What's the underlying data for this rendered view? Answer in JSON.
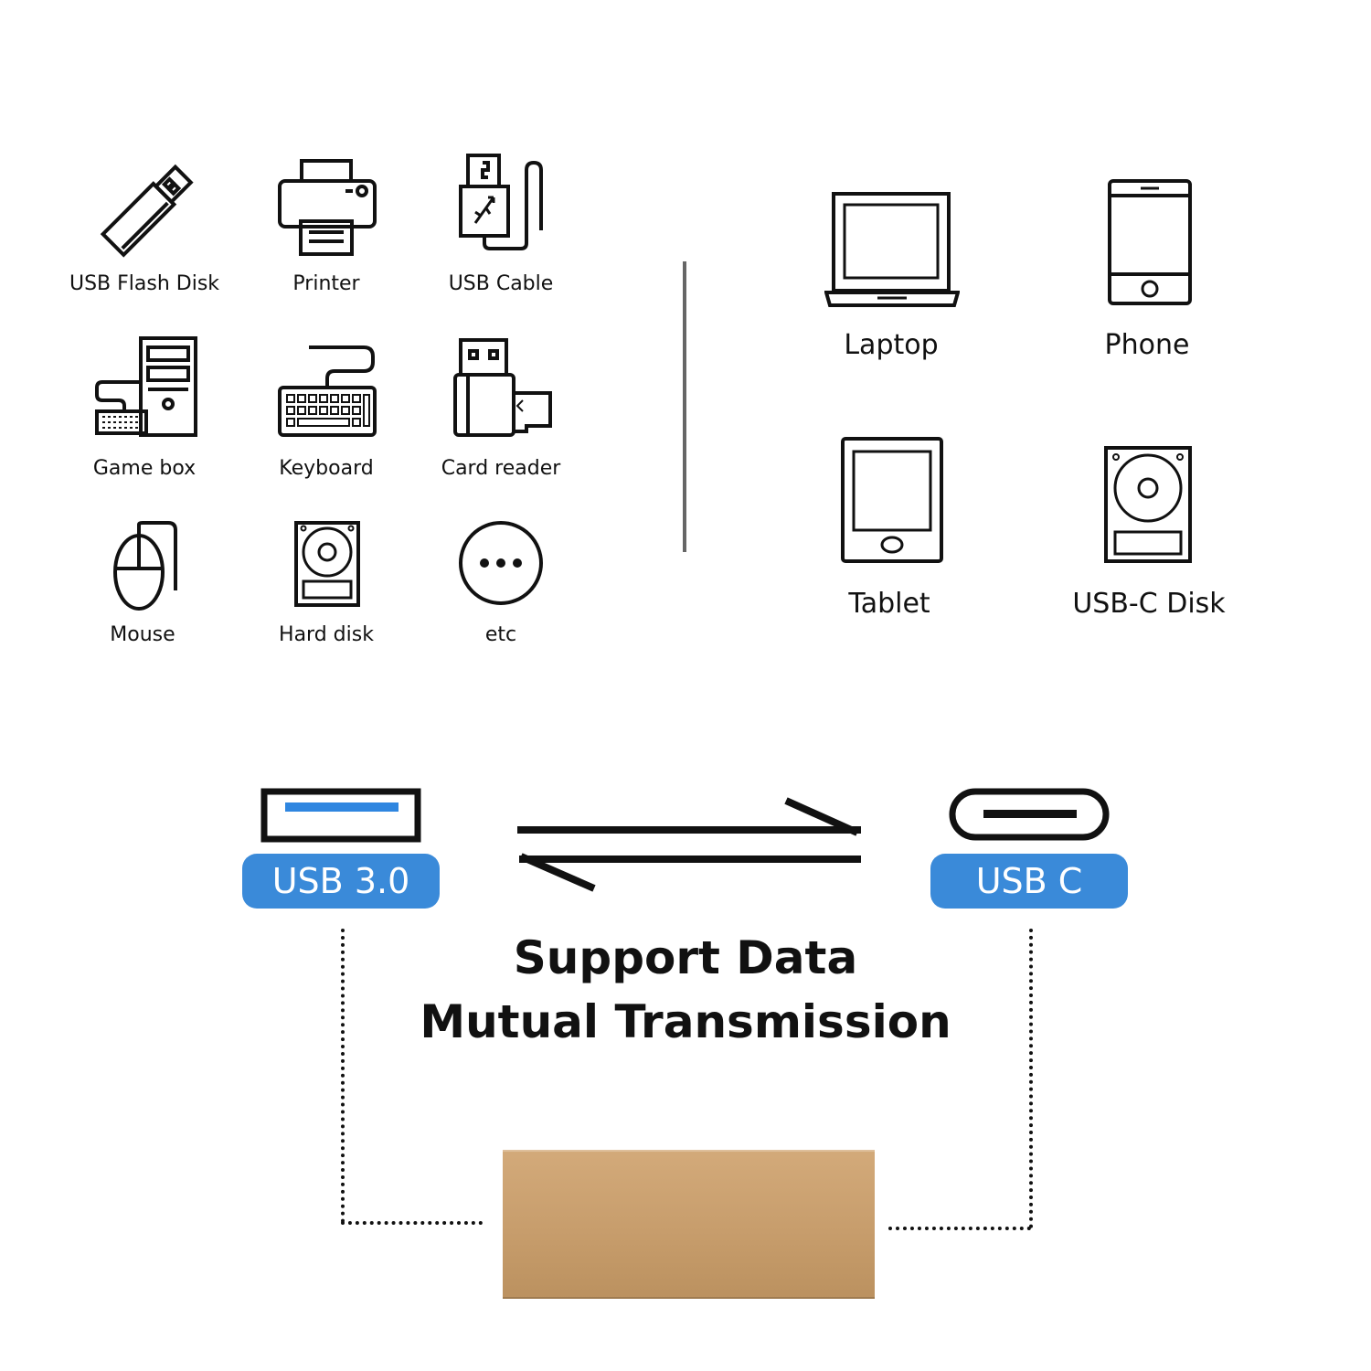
{
  "source_devices": [
    {
      "label": "USB Flash Disk",
      "icon": "usb-flash-disk-icon"
    },
    {
      "label": "Printer",
      "icon": "printer-icon"
    },
    {
      "label": "USB Cable",
      "icon": "usb-cable-icon"
    },
    {
      "label": "Game box",
      "icon": "game-box-icon"
    },
    {
      "label": "Keyboard",
      "icon": "keyboard-icon"
    },
    {
      "label": "Card reader",
      "icon": "card-reader-icon"
    },
    {
      "label": "Mouse",
      "icon": "mouse-icon"
    },
    {
      "label": "Hard disk",
      "icon": "hard-disk-icon"
    },
    {
      "label": "etc",
      "icon": "more-icon"
    }
  ],
  "target_devices": [
    {
      "label": "Laptop",
      "icon": "laptop-icon"
    },
    {
      "label": "Phone",
      "icon": "phone-icon"
    },
    {
      "label": "Tablet",
      "icon": "tablet-icon"
    },
    {
      "label": "USB-C Disk",
      "icon": "usb-c-disk-icon"
    }
  ],
  "ports": {
    "left_label": "USB 3.0",
    "right_label": "USB C"
  },
  "headline": {
    "line1": "Support Data",
    "line2": "Mutual Transmission"
  },
  "colors": {
    "pill": "#3a8ad9",
    "usb_tongue": "#2f86e0",
    "enclosure": "#c9a070",
    "divider": "#666666"
  }
}
